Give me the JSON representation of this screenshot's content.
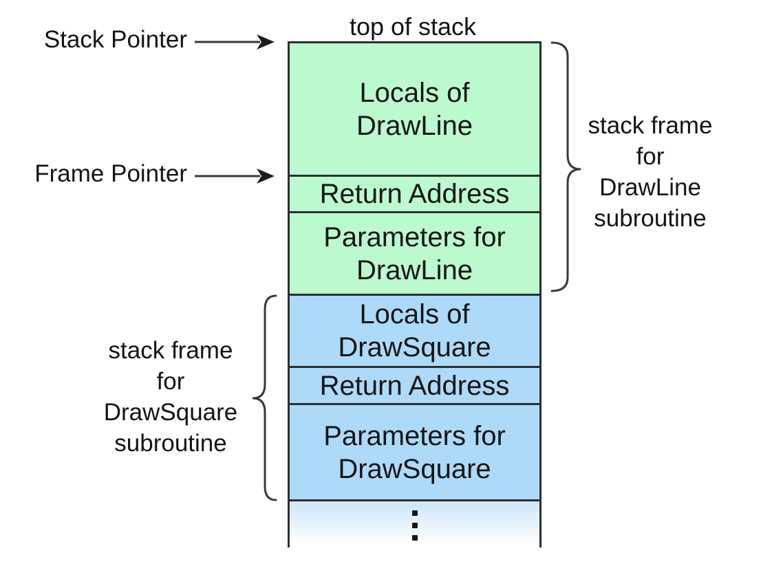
{
  "colors": {
    "drawline_frame_fill": "#baface",
    "drawsquare_frame_fill": "#acdaf8",
    "border": "#2e2e2e",
    "text": "#141414"
  },
  "labels": {
    "top_of_stack": "top of stack",
    "stack_pointer": "Stack Pointer",
    "frame_pointer": "Frame Pointer"
  },
  "stack": {
    "cells": [
      {
        "l1": "Locals of",
        "l2": "DrawLine",
        "frame": "DrawLine"
      },
      {
        "l1": "Return Address",
        "frame": "DrawLine"
      },
      {
        "l1": "Parameters for",
        "l2": "DrawLine",
        "frame": "DrawLine"
      },
      {
        "l1": "Locals of",
        "l2": "DrawSquare",
        "frame": "DrawSquare"
      },
      {
        "l1": "Return Address",
        "frame": "DrawSquare"
      },
      {
        "l1": "Parameters for",
        "l2": "DrawSquare",
        "frame": "DrawSquare"
      }
    ],
    "continuation_dots": 3
  },
  "frames": {
    "drawline": {
      "lines": [
        "stack frame",
        "for",
        "DrawLine",
        "subroutine"
      ]
    },
    "drawsquare": {
      "lines": [
        "stack frame",
        "for",
        "DrawSquare",
        "subroutine"
      ]
    }
  }
}
